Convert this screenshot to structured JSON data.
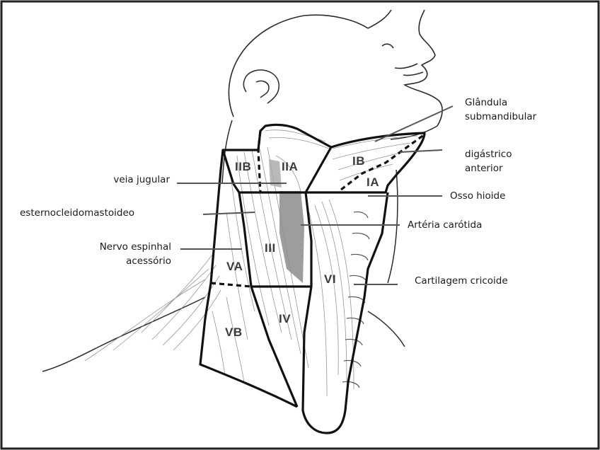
{
  "figure": {
    "level_labels": {
      "IIB": "IIB",
      "IIA": "IIA",
      "IB": "IB",
      "IA": "IA",
      "III": "III",
      "VA": "VA",
      "VB": "VB",
      "IV": "IV",
      "VI": "VI"
    },
    "annotations": {
      "glandula_line1": "Glândula",
      "glandula_line2": "submandibular",
      "digastrico_line1": "digástrico",
      "digastrico_line2": "anterior",
      "osso_hioide": "Osso hioide",
      "arteria_carotida": "Artéria carótida",
      "cartilagem_cricoide": "Cartilagem cricoide",
      "veia_jugular": "veia jugular",
      "esternocleidomastoideo": "esternocleidomastoideo",
      "nervo_line1": "Nervo espinhal",
      "nervo_line2": "acessório"
    }
  }
}
